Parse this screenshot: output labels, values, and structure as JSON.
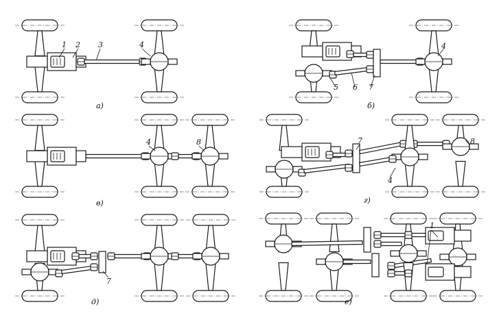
{
  "figure": {
    "subfigures": [
      {
        "id": "a",
        "label": "а)"
      },
      {
        "id": "b",
        "label": "б)"
      },
      {
        "id": "v",
        "label": "в)"
      },
      {
        "id": "g",
        "label": "г)"
      },
      {
        "id": "d",
        "label": "д)"
      },
      {
        "id": "e",
        "label": "е)"
      }
    ],
    "callouts": {
      "n1": "1",
      "n2": "2",
      "n3": "3",
      "n4": "4",
      "n5": "5",
      "n6": "6",
      "n7": "7",
      "n8": "8"
    }
  }
}
